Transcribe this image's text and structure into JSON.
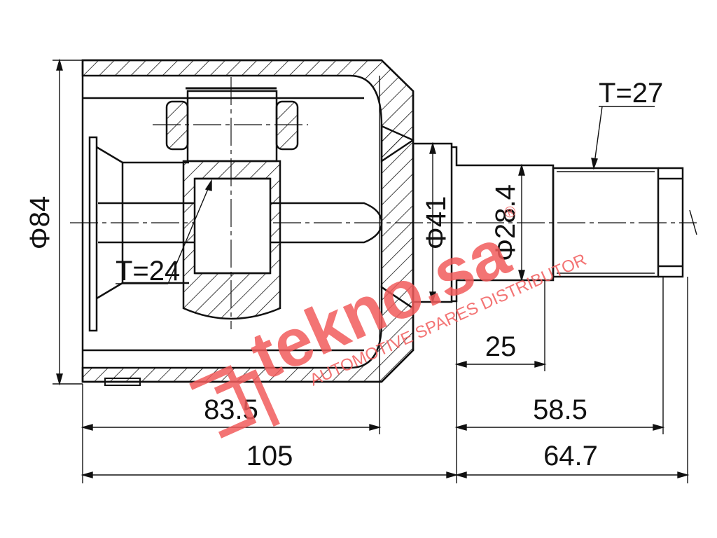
{
  "diagram": {
    "labels": {
      "overall_diameter": "Φ84",
      "shaft_diameter_41": "Φ41",
      "shaft_diameter_28_4": "Φ28.4",
      "inner_spline": "T=24",
      "outer_spline": "T=27",
      "dim_25": "25",
      "dim_83_5": "83.5",
      "dim_58_5": "58.5",
      "dim_105": "105",
      "dim_64_7": "64.7"
    },
    "watermark": {
      "brand": "tekno.sa",
      "tagline": "AUTOMOTIVE SPARES DISTRIBUTOR",
      "registered": "®"
    },
    "colors": {
      "line": "#111111",
      "watermark": "#f25c5c"
    }
  }
}
